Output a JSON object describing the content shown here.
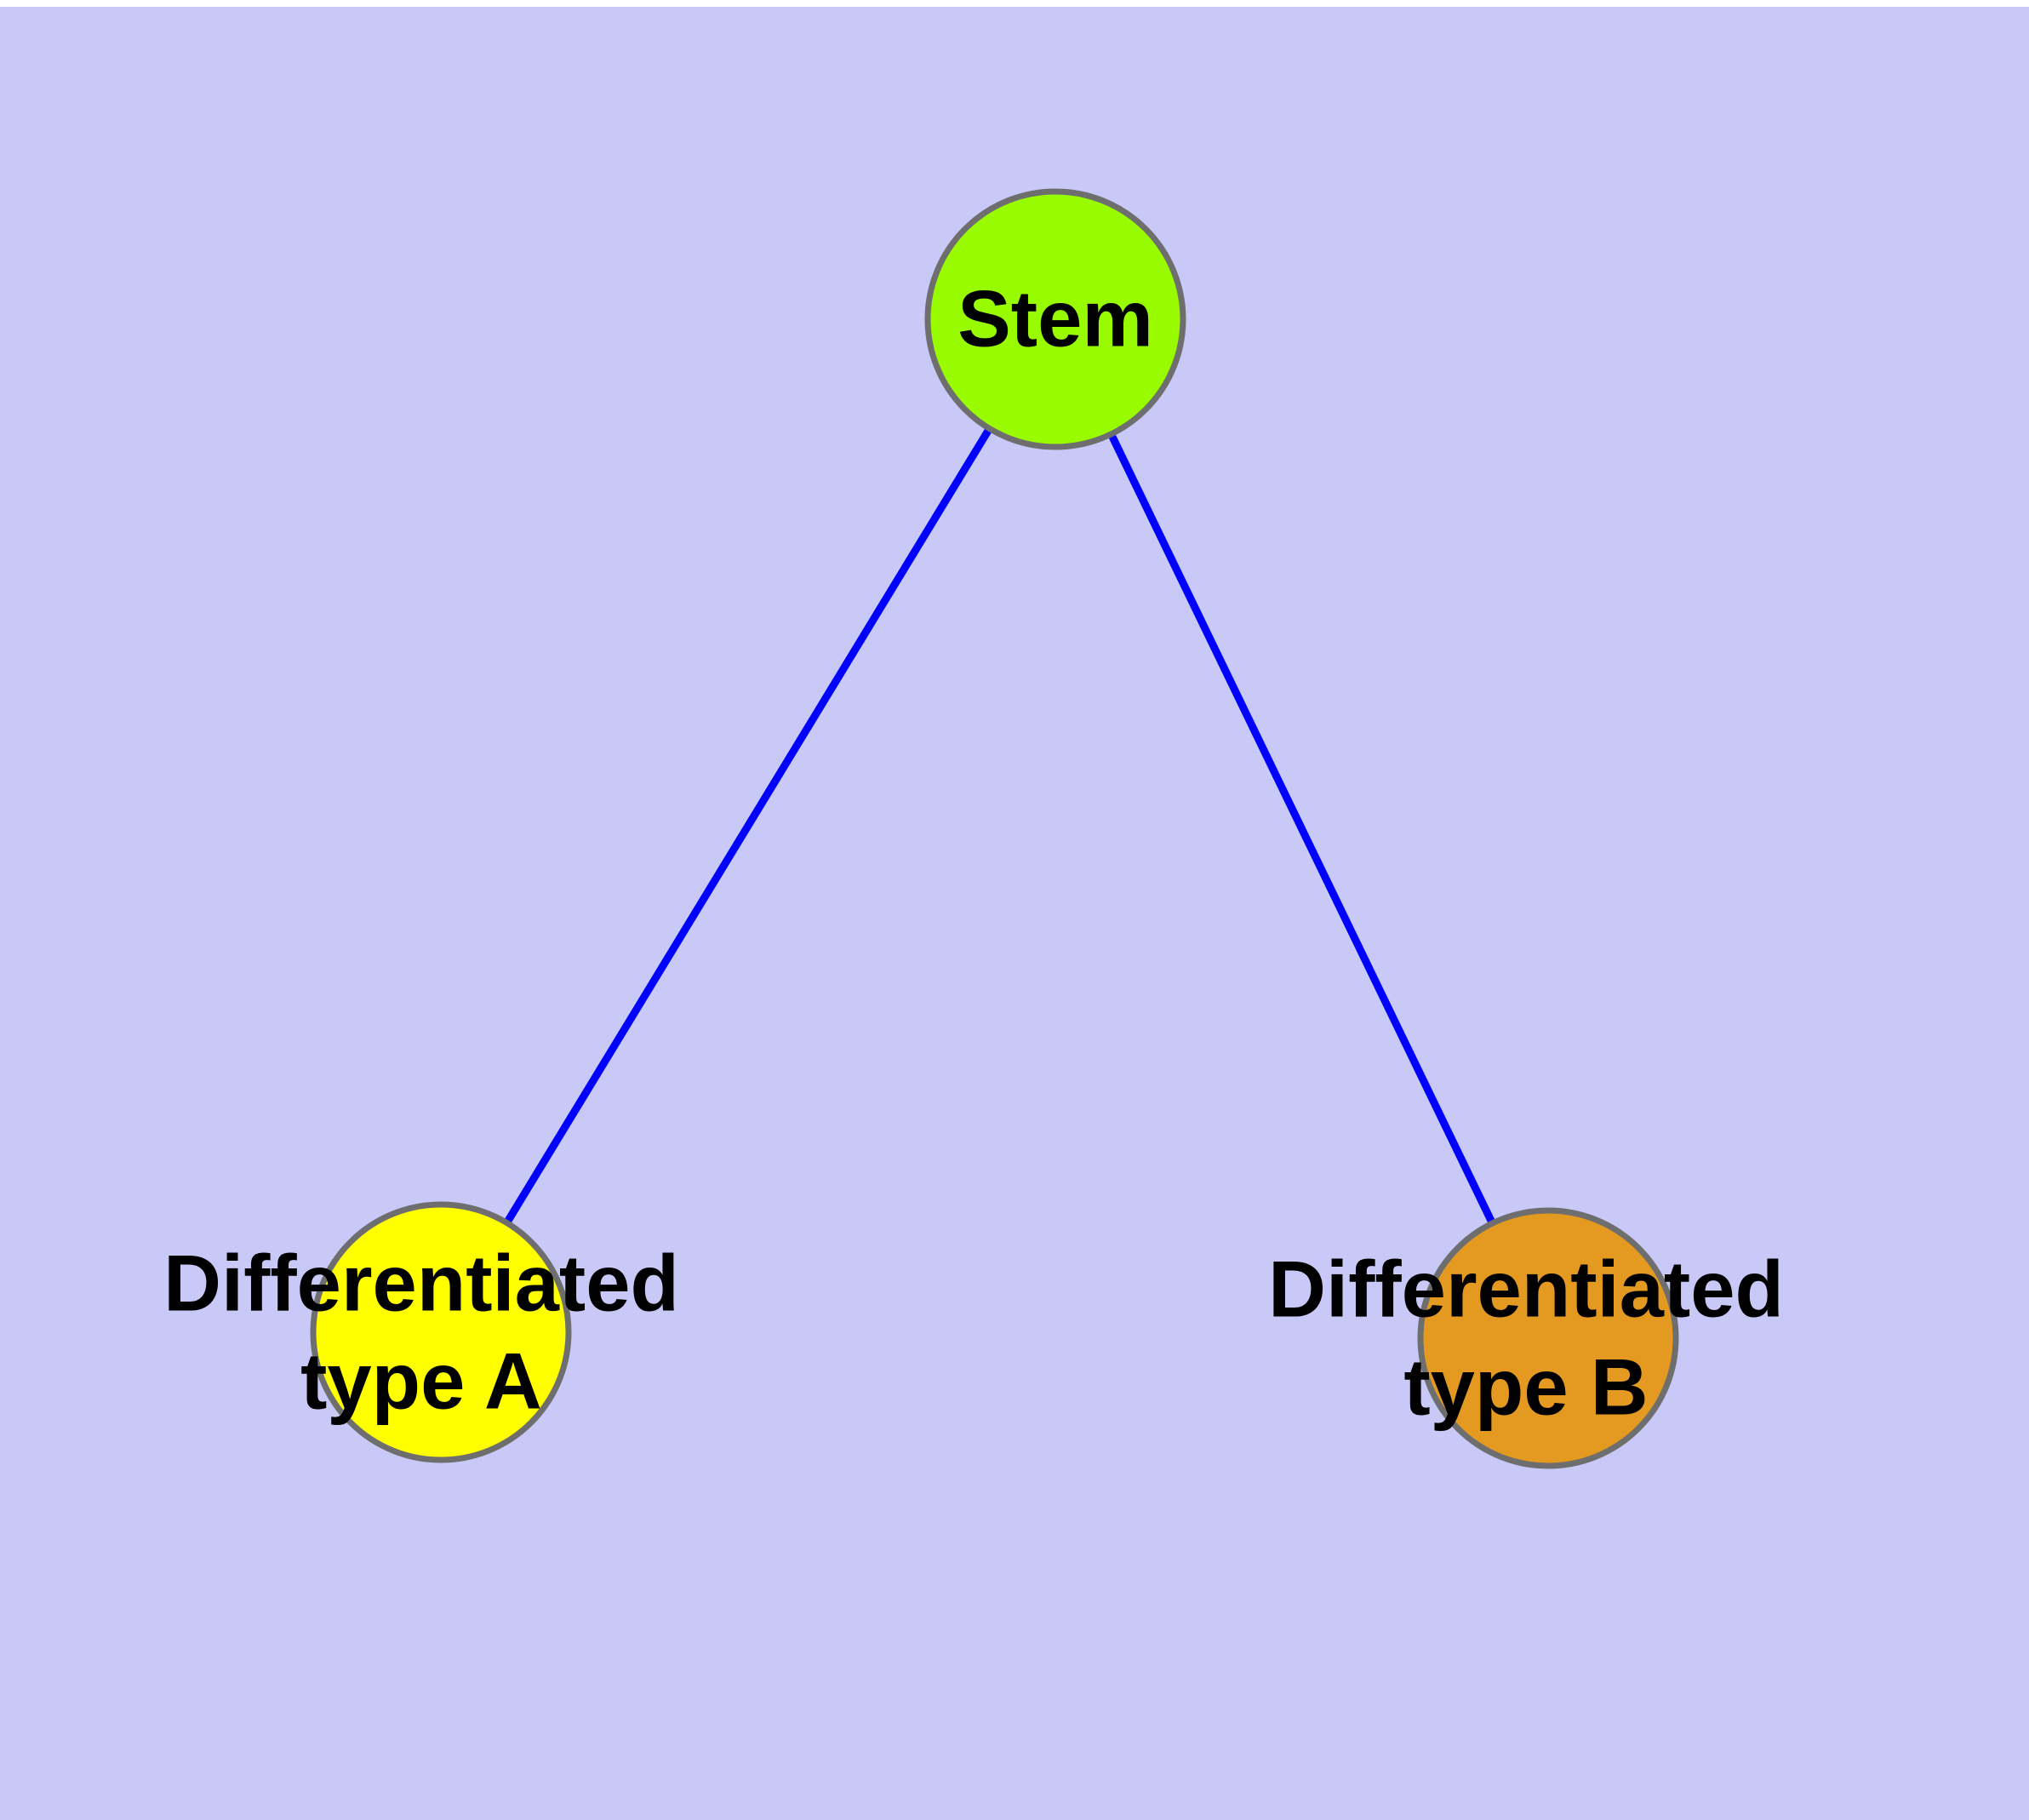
{
  "diagram": {
    "type": "node-link-graph",
    "background_color": "#c9c9f8",
    "top_margin_color": "#ffffff",
    "edge_color": "#0000ff",
    "node_border_color": "#6e6e6e",
    "label_color": "#000000",
    "nodes": [
      {
        "id": "stem",
        "label": "Stem",
        "fill": "#99fb00"
      },
      {
        "id": "typeA",
        "label_line1": "Differentiated",
        "label_line2": "type A",
        "fill": "#ffff00"
      },
      {
        "id": "typeB",
        "label_line1": "Differentiated",
        "label_line2": "type B",
        "fill": "#e49a20"
      }
    ],
    "edges": [
      {
        "from": "Stem",
        "to": "Differentiated type A"
      },
      {
        "from": "Stem",
        "to": "Differentiated type B"
      }
    ]
  }
}
